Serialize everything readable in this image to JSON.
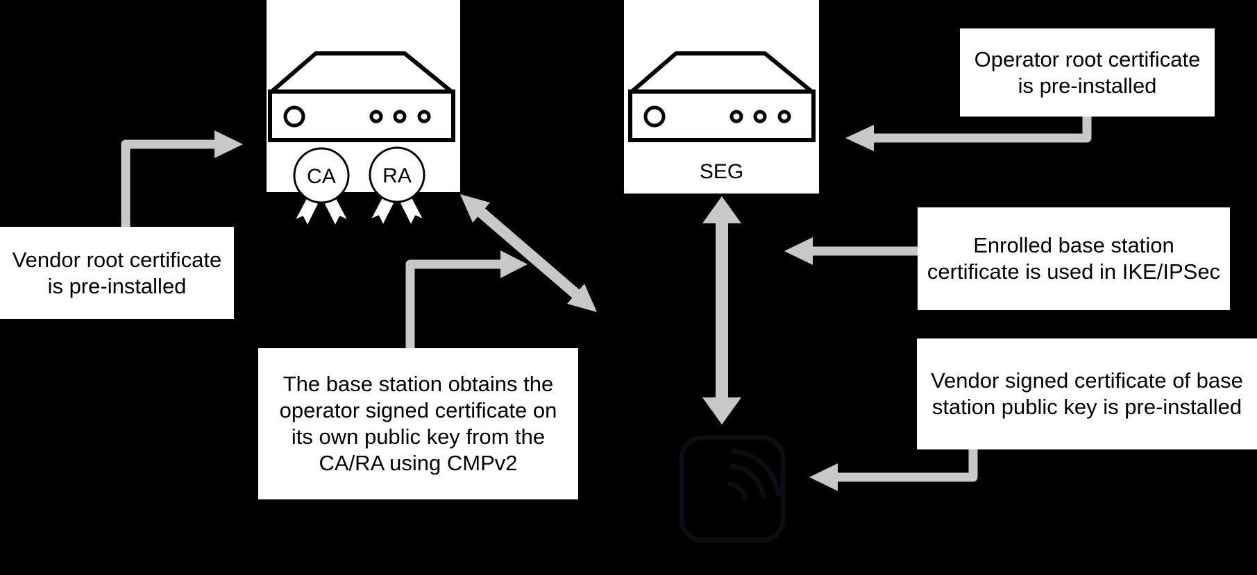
{
  "colors": {
    "background": "#000000",
    "panel": "#ffffff",
    "text": "#000000",
    "arrow": "#c8c8c8",
    "base_station_icon": "#0d0d13"
  },
  "nodes": {
    "ca_ra": {
      "icon": "server-icon",
      "badges": [
        {
          "label": "CA"
        },
        {
          "label": "RA"
        }
      ]
    },
    "seg": {
      "icon": "server-icon",
      "label": "SEG"
    },
    "base_station": {
      "icon": "base-station-wireless-icon"
    }
  },
  "callouts": {
    "vendor_root": {
      "lines": [
        "Vendor root certificate",
        "is pre-installed"
      ]
    },
    "operator_root": {
      "lines": [
        "Operator root certificate",
        "is pre-installed"
      ]
    },
    "enrolled": {
      "lines": [
        "Enrolled base station",
        "certificate is used in IKE/IPSec"
      ]
    },
    "vendor_signed": {
      "lines": [
        "Vendor signed certificate of base",
        "station public key is pre-installed"
      ]
    },
    "cmpv2": {
      "lines": [
        "The base station obtains the",
        "operator signed certificate on",
        "its own public key from the",
        "CA/RA using CMPv2"
      ]
    }
  },
  "arrows": [
    {
      "name": "vendor-root-to-ca-ra",
      "style": "elbow",
      "heads": "single",
      "points_to": "ca-ra-panel"
    },
    {
      "name": "operator-root-to-seg",
      "style": "elbow",
      "heads": "single",
      "points_to": "seg-panel"
    },
    {
      "name": "enrolled-to-seg-link",
      "style": "straight",
      "heads": "single",
      "points_to": "seg-base-station-link"
    },
    {
      "name": "vendor-signed-to-base-station",
      "style": "elbow",
      "heads": "single",
      "points_to": "base-station"
    },
    {
      "name": "seg-base-station-link",
      "style": "straight",
      "heads": "double",
      "connects": [
        "seg",
        "base-station"
      ]
    },
    {
      "name": "ca-ra-base-station-link",
      "style": "straight",
      "heads": "double",
      "connects": [
        "ca-ra",
        "base-station"
      ]
    },
    {
      "name": "cmpv2-to-link",
      "style": "elbow",
      "heads": "single",
      "points_to": "ca-ra-base-station-link"
    }
  ]
}
